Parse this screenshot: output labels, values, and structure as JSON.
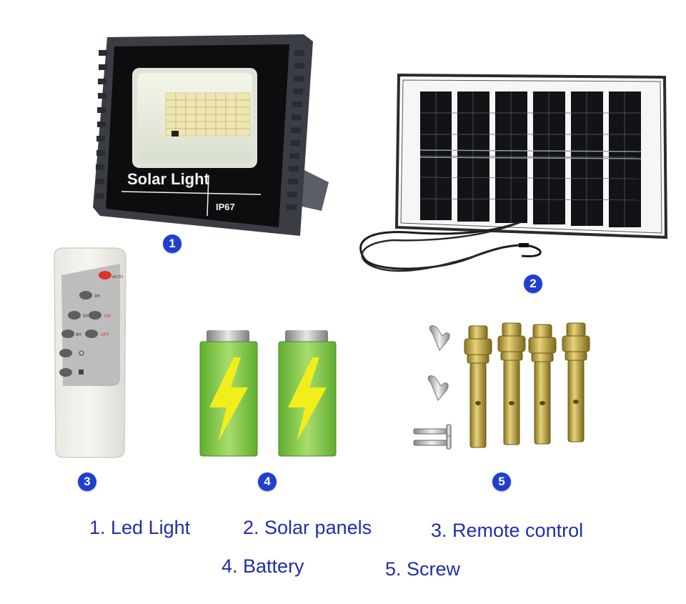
{
  "products": {
    "flood_light": {
      "brand_text": "Solar Light",
      "rating_text": "IP67",
      "badge": "1"
    },
    "solar_panel": {
      "badge": "2"
    },
    "remote": {
      "badge": "3",
      "labels": {
        "auto": "AUTO",
        "h3": "3H",
        "h5": "5H",
        "on": "ON",
        "h8": "8H",
        "off": "OFF"
      }
    },
    "battery": {
      "badge": "4"
    },
    "screws": {
      "badge": "5"
    }
  },
  "captions": {
    "led_light": "1. Led Light",
    "solar_panels": "2. Solar panels",
    "remote_control": "3. Remote control",
    "battery": "4. Battery",
    "screw": "5. Screw"
  },
  "colors": {
    "badge": "#1f3fd0",
    "caption": "#1f2fa8",
    "battery_green": "#7cc24a",
    "bolt_yellow": "#f2ee1c",
    "remote_red": "#e0312f"
  }
}
